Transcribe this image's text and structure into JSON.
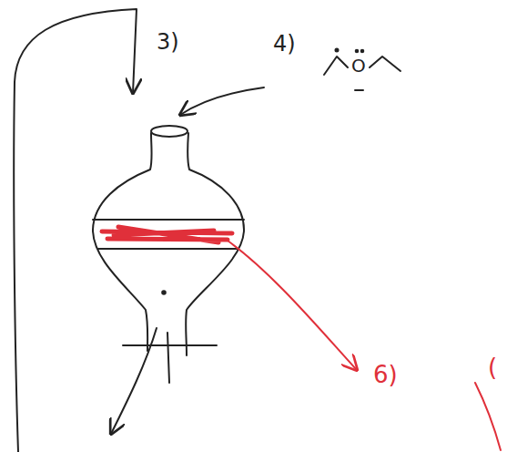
{
  "diagram": {
    "labels": [
      "3)",
      "4)",
      "O",
      "6)",
      "("
    ]
  }
}
